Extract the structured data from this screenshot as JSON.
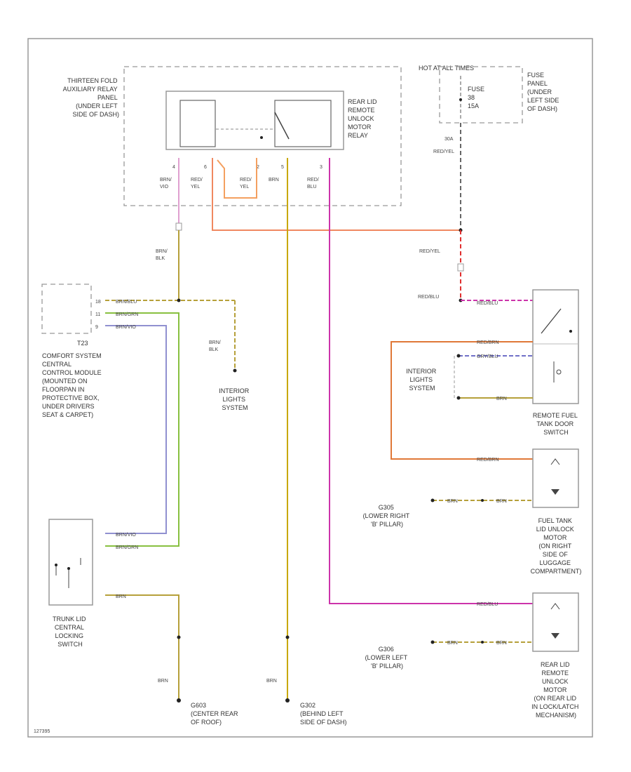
{
  "colors": {
    "pink": "#e0a0d0",
    "magenta": "#cc33aa",
    "orange": "#f08860",
    "red": "#e03030",
    "brown_olive": "#b6a03a",
    "brown_dark": "#8a7a2a",
    "yellow": "#c8a800",
    "green": "#88c040",
    "violet": "#9090d0",
    "blue_dashed": "#7070c8"
  },
  "components": {
    "relay_panel": "THIRTEEN FOLD AUXILIARY RELAY PANEL (UNDER LEFT SIDE OF DASH)",
    "relay_panel_lines": [
      "THIRTEEN FOLD",
      "AUXILIARY RELAY",
      "PANEL",
      "(UNDER LEFT",
      "SIDE OF DASH)"
    ],
    "relay_lines": [
      "REAR LID",
      "REMOTE",
      "UNLOCK",
      "MOTOR",
      "RELAY"
    ],
    "hot_at_all_times": "HOT AT ALL TIMES",
    "fuse_lines": [
      "FUSE",
      "38",
      "15A"
    ],
    "fuse_panel_lines": [
      "FUSE",
      "PANEL",
      "(UNDER",
      "LEFT SIDE",
      "OF DASH)"
    ],
    "comfort_module_connector": "T23",
    "comfort_module_lines": [
      "COMFORT SYSTEM",
      "CENTRAL",
      "CONTROL MODULE",
      "(MOUNTED ON",
      "FLOORPAN IN",
      "PROTECTIVE BOX,",
      "UNDER DRIVERS",
      "SEAT & CARPET)"
    ],
    "interior_lights_lines": [
      "INTERIOR",
      "LIGHTS",
      "SYSTEM"
    ],
    "interior_lights2_lines": [
      "INTERIOR",
      "LIGHTS",
      "SYSTEM"
    ],
    "remote_fuel_switch_lines": [
      "REMOTE FUEL",
      "TANK DOOR",
      "SWITCH"
    ],
    "fuel_motor_lines": [
      "FUEL TANK",
      "LID UNLOCK",
      "MOTOR",
      "(ON RIGHT",
      "SIDE OF",
      "LUGGAGE",
      "COMPARTMENT)"
    ],
    "g_lower_right_lines": [
      "G305",
      "(LOWER RIGHT",
      "'B' PILLAR)"
    ],
    "g_lower_left_lines": [
      "G306",
      "(LOWER LEFT",
      "'B' PILLAR)"
    ],
    "rear_motor_lines": [
      "REAR LID",
      "REMOTE",
      "UNLOCK",
      "MOTOR",
      "(ON REAR LID",
      "IN LOCK/LATCH",
      "MECHANISM)"
    ],
    "trunk_switch_lines": [
      "TRUNK LID",
      "CENTRAL",
      "LOCKING",
      "SWITCH"
    ],
    "g_center_lines": [
      "G603",
      "(CENTER REAR",
      "OF ROOF)"
    ],
    "g_behind_lines": [
      "G302",
      "(BEHIND LEFT",
      "SIDE OF DASH)"
    ],
    "footer_code": "127395"
  },
  "relay_pins": {
    "p1": "4",
    "p2": "6",
    "p3": "2",
    "p4": "5",
    "p5": "3"
  },
  "relay_wires": {
    "w1": [
      "BRN/",
      "VIO"
    ],
    "w2": [
      "RED/",
      "YEL"
    ],
    "w3": [
      "RED/",
      "YEL"
    ],
    "w4": [
      "BRN"
    ],
    "w5": [
      "RED/",
      "BLU"
    ]
  },
  "wire_labels": {
    "brn_blk_top": [
      "BRN/",
      "BLK"
    ],
    "brn_blk_mid": [
      "BRN/",
      "BLK"
    ],
    "red_yel_fuse": [
      "30A",
      "RED/YEL"
    ],
    "red_yel_mid": "RED/YEL",
    "red_blu_switch": "RED/BLU",
    "comfort_w1": "BRN/BLU",
    "comfort_w2": "BRN/GRN",
    "comfort_w3": "BRN/VIO",
    "sw_red_blu": "RED/BLU",
    "sw_red_brn": "RED/BRN",
    "sw_gry_blu": "GRY/BLU",
    "sw_brn": "BRN",
    "fuel_red_brn": "RED/BRN",
    "fuel_brn": "BRN",
    "fuel_brn2": "BRN",
    "rear_red_blu": "RED/BLU",
    "rear_brn": "BRN",
    "rear_brn2": "BRN",
    "trunk_w1": "BRN/VIO",
    "trunk_w2": "BRN/GRN",
    "trunk_brn": "BRN",
    "ground_brn_left": "BRN",
    "ground_brn_mid": "BRN"
  }
}
